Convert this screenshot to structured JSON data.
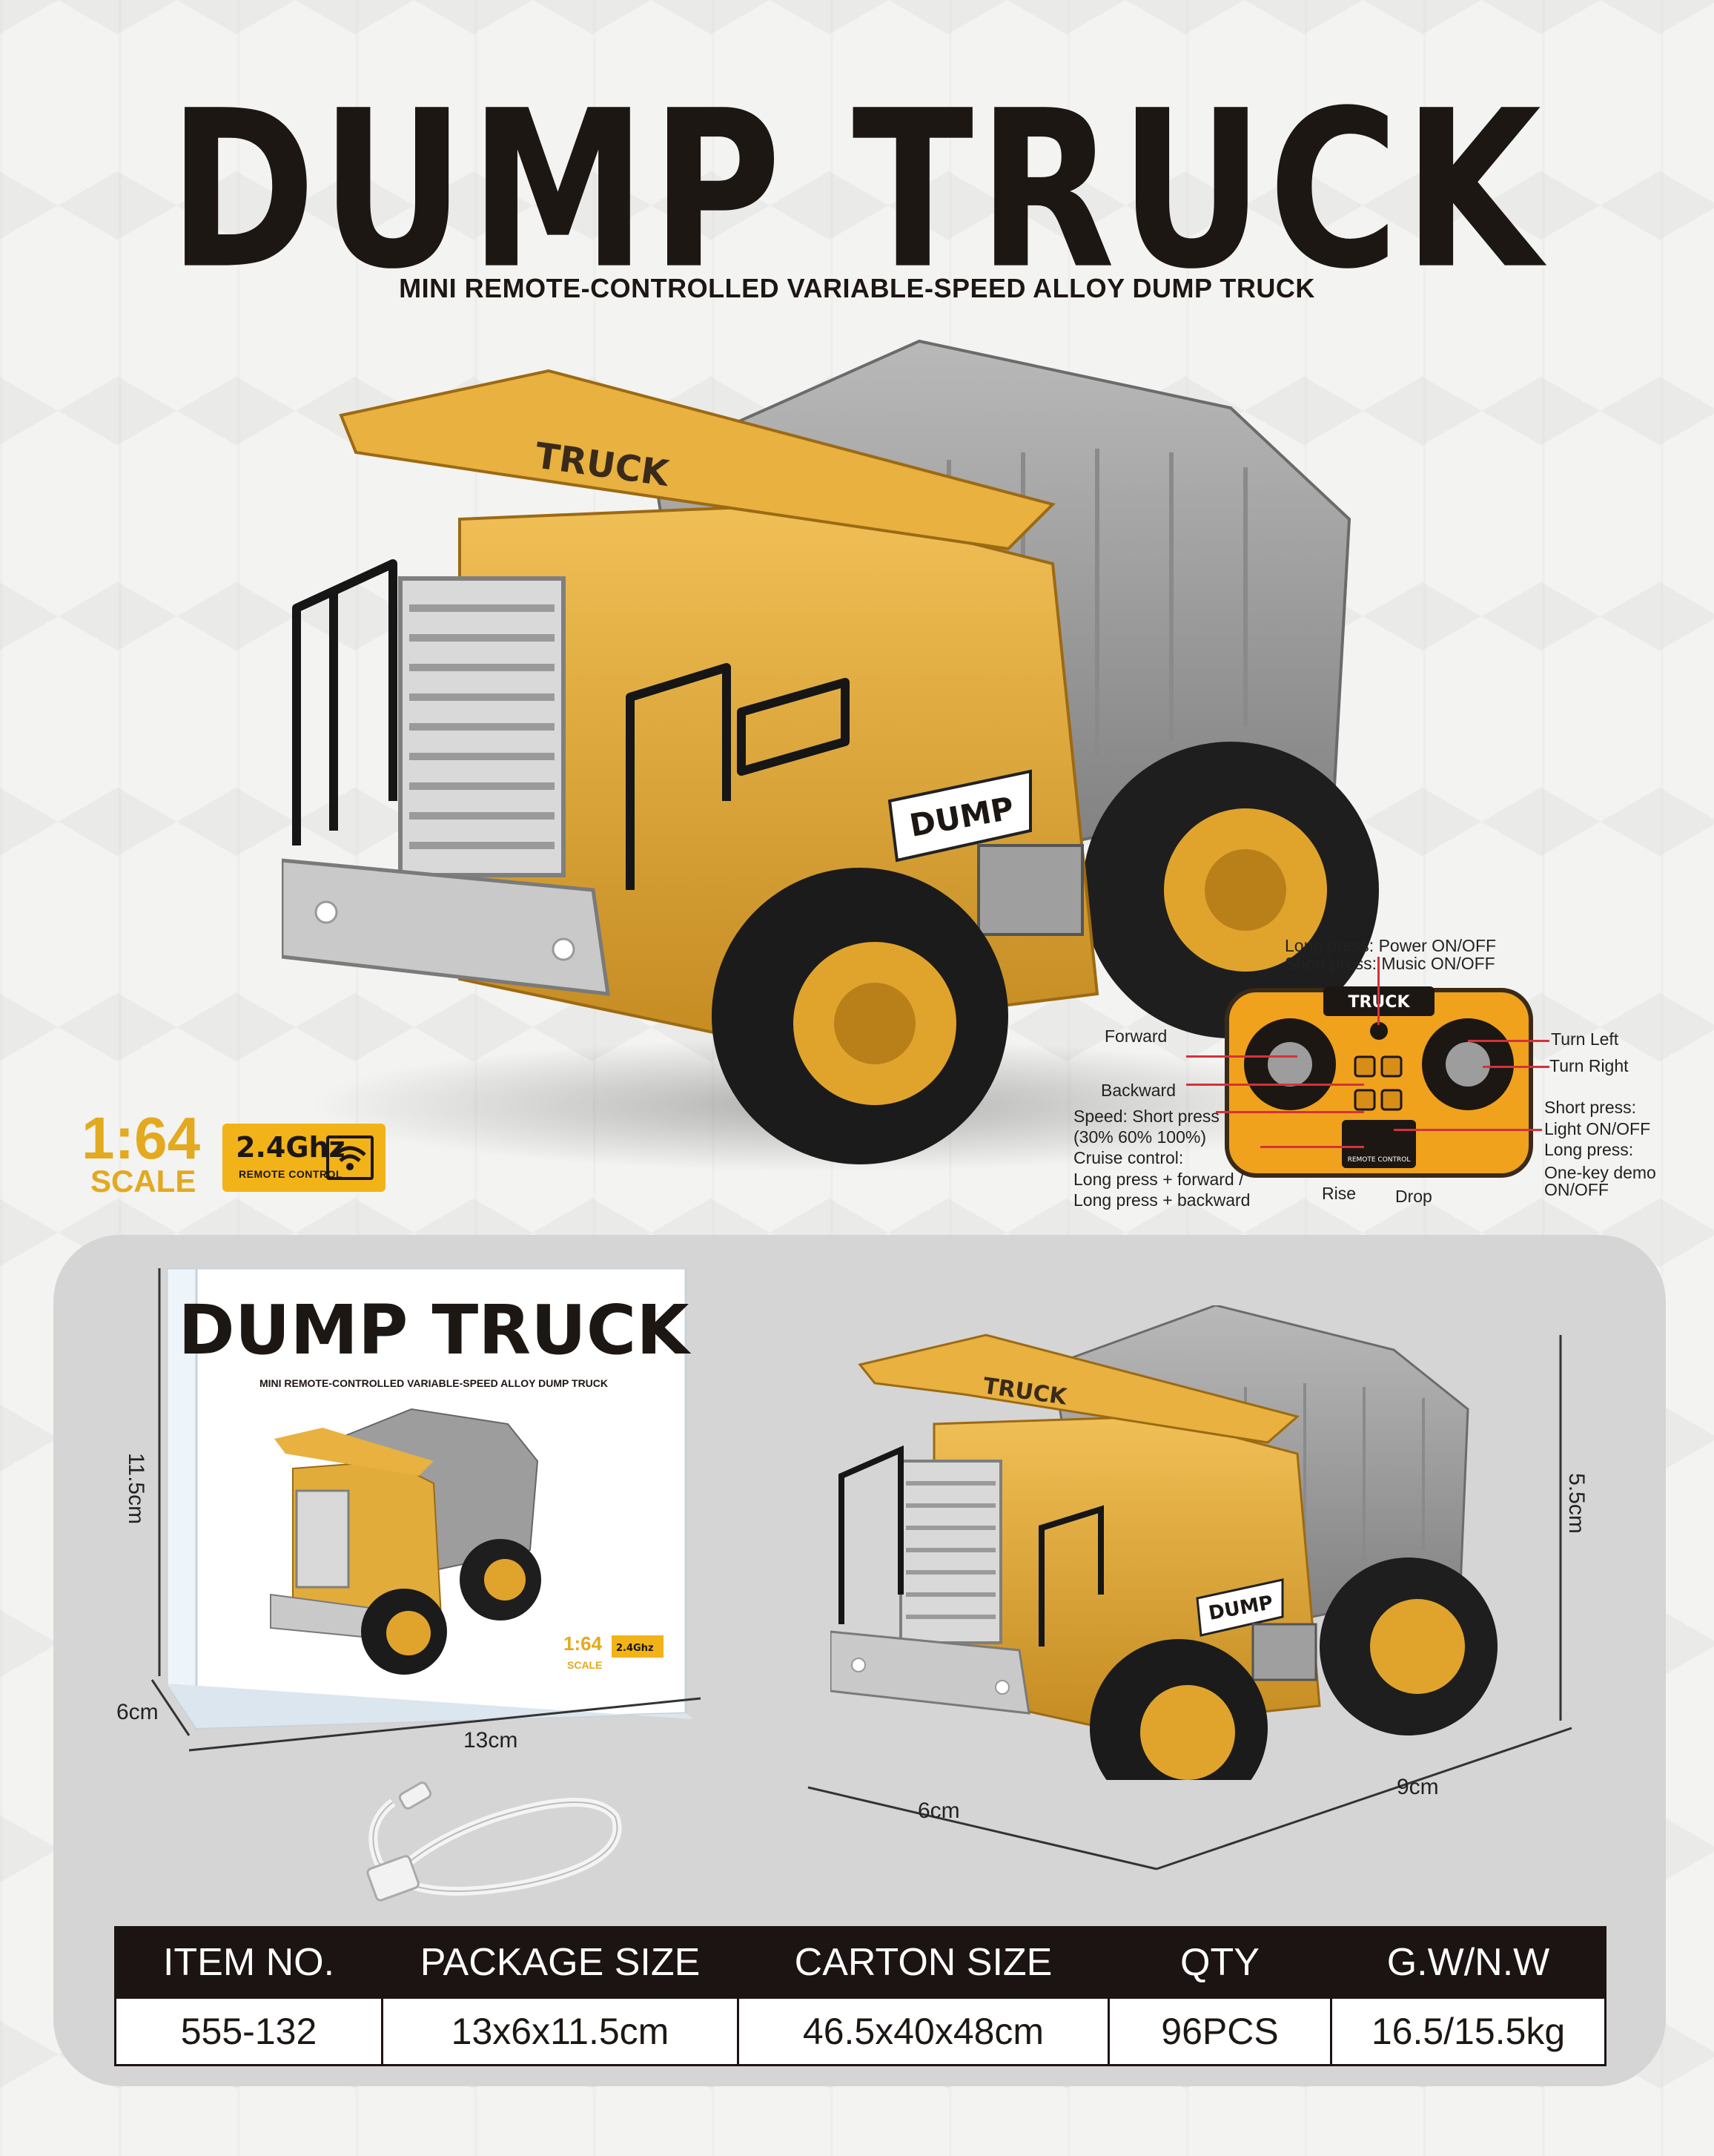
{
  "header": {
    "title": "DUMP TRUCK",
    "subtitle": "MINI REMOTE-CONTROLLED VARIABLE-SPEED ALLOY DUMP TRUCK"
  },
  "truck_labels": {
    "canopy_brand": "TRUCK",
    "side_decal": "DUMP"
  },
  "badges": {
    "scale_number": "1:64",
    "scale_word": "SCALE",
    "frequency": "2.4Ghz",
    "frequency_sub": "REMOTE CONTROL"
  },
  "remote": {
    "brand": "TRUCK",
    "footer": "REMOTE CONTROL",
    "notes": {
      "power_line1": "Long press: Power ON/OFF",
      "power_line2": "Short press: Music ON/OFF",
      "forward": "Forward",
      "backward": "Backward",
      "speed_line1": "Speed: Short press",
      "speed_line2": "(30% 60% 100%)",
      "cruise_line1": "Cruise control:",
      "cruise_line2": "Long press + forward /",
      "cruise_line3": "Long press + backward",
      "rise": "Rise",
      "drop": "Drop",
      "turn_left": "Turn Left",
      "turn_right": "Turn Right",
      "light_line1": "Short press:",
      "light_line2": "Light ON/OFF",
      "light_line3": "Long press:",
      "light_line4": "One-key demo",
      "light_line5": "ON/OFF"
    }
  },
  "package": {
    "title": "DUMP TRUCK",
    "subtitle": "MINI REMOTE-CONTROLLED VARIABLE-SPEED ALLOY DUMP TRUCK",
    "scale": "1:64",
    "scale_word": "SCALE",
    "frequency": "2.4Ghz",
    "height": "11.5cm",
    "depth": "6cm",
    "width": "13cm"
  },
  "truck_dimensions": {
    "height": "5.5cm",
    "width": "6cm",
    "length": "9cm"
  },
  "spec_table": {
    "headers": [
      "ITEM NO.",
      "PACKAGE SIZE",
      "CARTON SIZE",
      "QTY",
      "G.W/N.W"
    ],
    "row": [
      "555-132",
      "13x6x11.5cm",
      "46.5x40x48cm",
      "96PCS",
      "16.5/15.5kg"
    ]
  },
  "colors": {
    "accent_yellow": "#f2b318",
    "truck_body": "#e2ac3a",
    "dark": "#1d1714",
    "annotation_line": "#d4323a"
  }
}
